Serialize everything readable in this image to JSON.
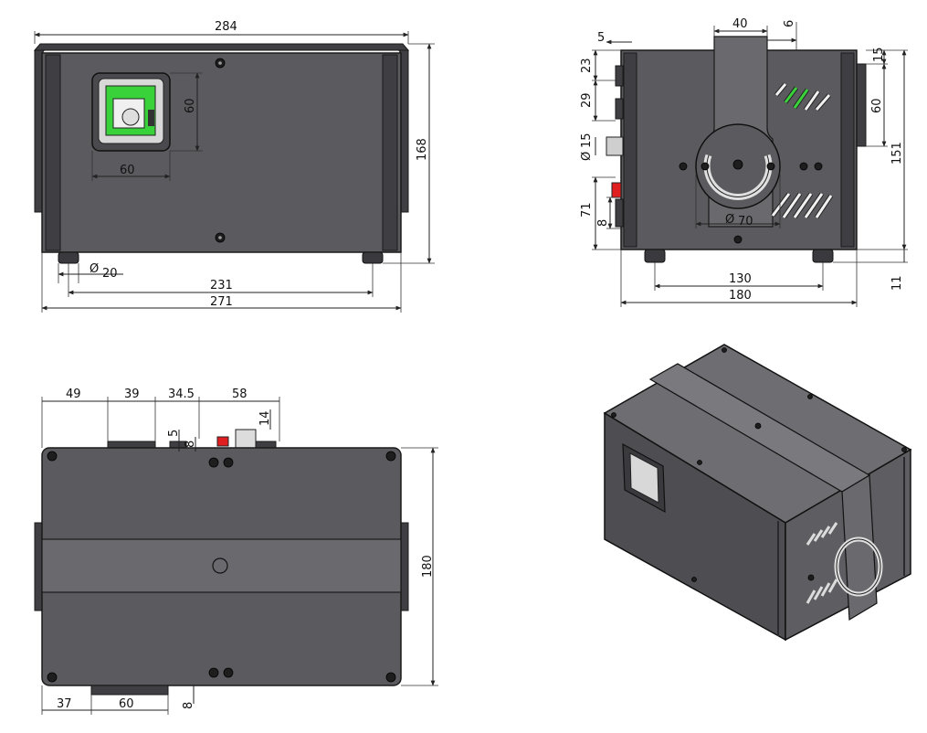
{
  "front_view": {
    "overall_width": "284",
    "height": "168",
    "window_width": "60",
    "window_height": "60",
    "foot_diameter": "20",
    "foot_spacing": "231",
    "body_width": "271"
  },
  "side_view": {
    "bracket_width": "40",
    "bracket_offset": "6",
    "top_offset": "5",
    "dim_23": "23",
    "dim_29": "29",
    "connector_diameter": "15",
    "dim_71": "71",
    "dim_8": "8",
    "dim_15": "15",
    "fan_height": "60",
    "body_height": "151",
    "foot_height": "11",
    "knob_diameter": "70",
    "foot_spacing": "130",
    "depth": "180"
  },
  "top_view": {
    "dim_49": "49",
    "dim_39": "39",
    "dim_34_5": "34.5",
    "dim_58": "58",
    "dim_5": "5",
    "dim_8": "8",
    "dim_14": "14",
    "depth": "180",
    "dim_37": "37",
    "dim_60": "60",
    "dim_8_bottom": "8"
  },
  "symbols": {
    "diameter": "Ø"
  },
  "colors": {
    "housing": "#5b5b5f",
    "window_green": "#3ad23a",
    "warning_red": "#e02020"
  }
}
